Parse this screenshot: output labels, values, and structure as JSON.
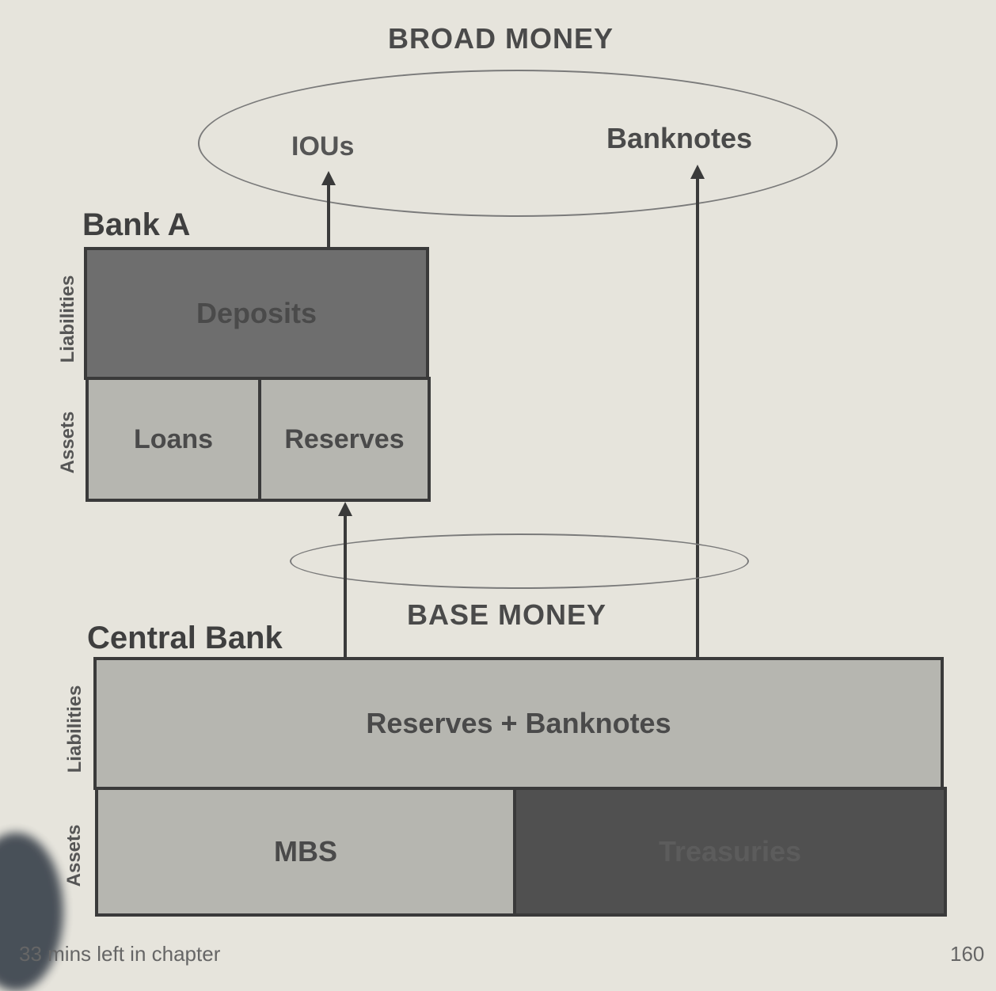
{
  "broad_money": {
    "heading": "BROAD MONEY",
    "items": {
      "ious": "IOUs",
      "banknotes": "Banknotes"
    }
  },
  "bank_a": {
    "title": "Bank A",
    "side_labels": {
      "liabilities": "Liabilities",
      "assets": "Assets"
    },
    "liabilities": {
      "deposits": "Deposits"
    },
    "assets": {
      "loans": "Loans",
      "reserves": "Reserves"
    }
  },
  "base_money": {
    "heading": "BASE MONEY"
  },
  "central_bank": {
    "title": "Central Bank",
    "side_labels": {
      "liabilities": "Liabilities",
      "assets": "Assets"
    },
    "liabilities": {
      "reserves_banknotes": "Reserves + Banknotes"
    },
    "assets": {
      "mbs": "MBS",
      "treasuries": "Treasuries"
    }
  },
  "footer": {
    "chapter_time": "33 mins left in chapter",
    "page_number": "160"
  },
  "colors": {
    "background": "#e6e4dc",
    "dark_fill": "#6e6e6e",
    "light_fill": "#b6b6b0",
    "darkest_fill": "#505050",
    "border": "#3a3a3a"
  }
}
